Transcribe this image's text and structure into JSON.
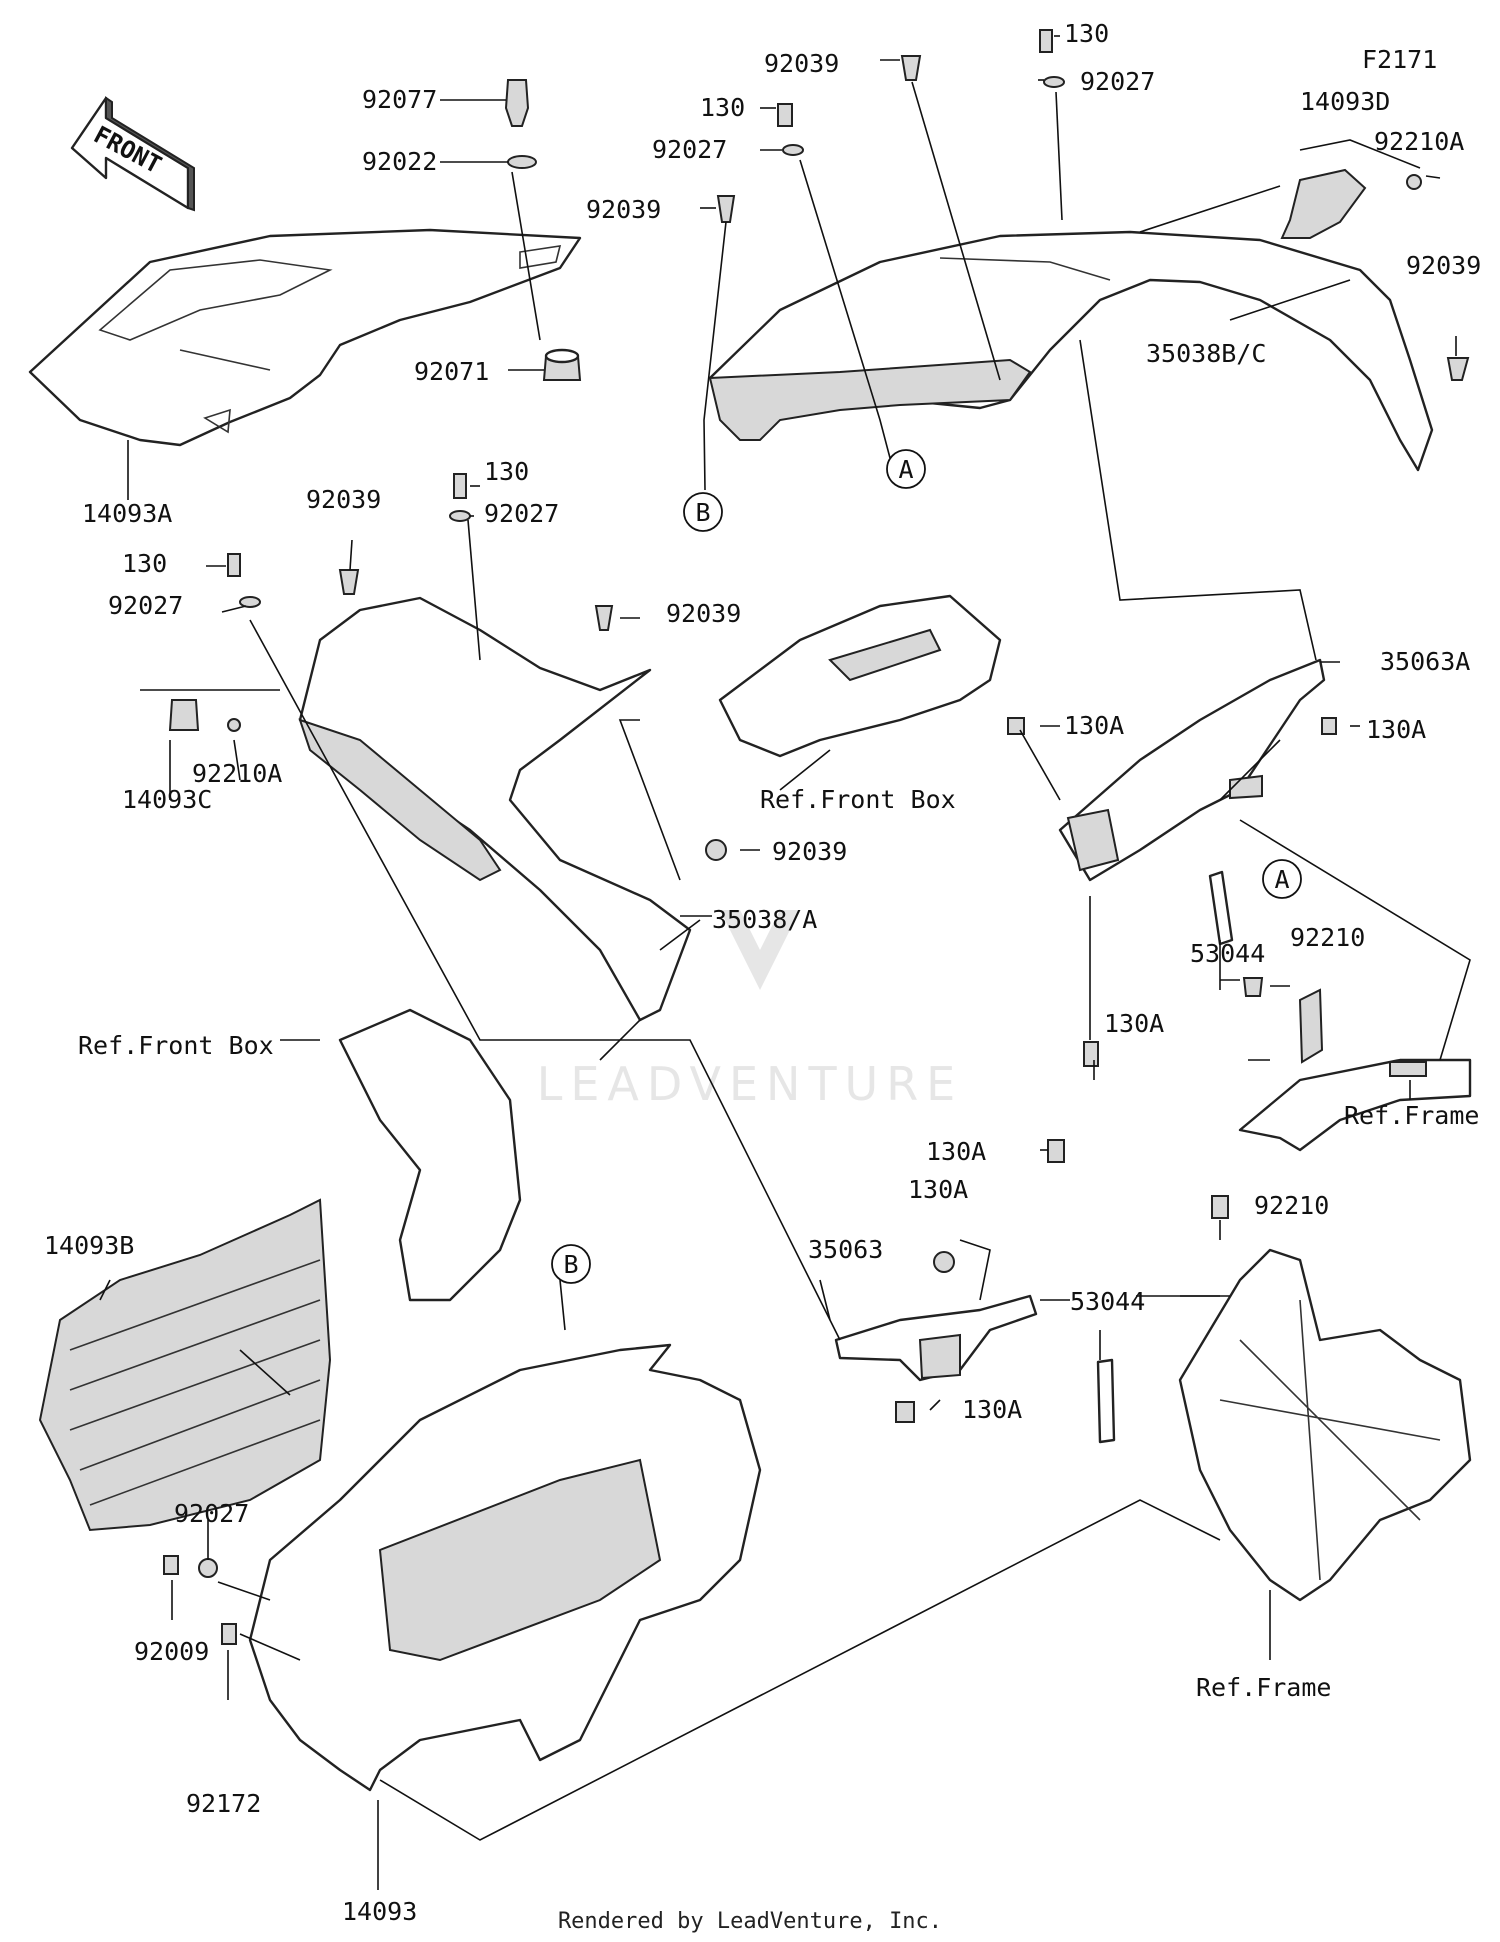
{
  "diagram_code": "F2171",
  "front_arrow": "FRONT",
  "watermark": "LEADVENTURE",
  "footer": "Rendered by LeadVenture, Inc.",
  "callouts": {
    "c_92077": "92077",
    "c_92022": "92022",
    "c_92071": "92071",
    "c_14093A": "14093A",
    "c_130_top": "130",
    "c_92039_top": "92039",
    "c_92027_top": "92027",
    "c_130_l2": "130",
    "c_92027_l2": "92027",
    "c_92039_l3": "92039",
    "c_14093D": "14093D",
    "c_92210A_r": "92210A",
    "c_92039_r": "92039",
    "c_35038BC": "35038B/C",
    "c_130_m": "130",
    "c_92027_m": "92027",
    "c_92039_ml": "92039",
    "c_130_ml": "130",
    "c_92027_ml": "92027",
    "c_92039_mm": "92039",
    "c_14093C": "14093C",
    "c_92210A_l": "92210A",
    "c_ref_front_box_1": "Ref.Front Box",
    "c_92039_low": "92039",
    "c_35038A": "35038/A",
    "c_35063A": "35063A",
    "c_130A_1": "130A",
    "c_130A_2": "130A",
    "c_53044_1": "53044",
    "c_130A_3": "130A",
    "c_92210_1": "92210",
    "c_ref_frame_1": "Ref.Frame",
    "c_ref_front_box_2": "Ref.Front Box",
    "c_14093B": "14093B",
    "c_130A_4": "130A",
    "c_130A_5": "130A",
    "c_35063": "35063",
    "c_53044_2": "53044",
    "c_130A_6": "130A",
    "c_92210_2": "92210",
    "c_92027_b": "92027",
    "c_92009": "92009",
    "c_92172": "92172",
    "c_14093": "14093",
    "c_ref_frame_2": "Ref.Frame"
  },
  "ref_markers": {
    "A1": "A",
    "B1": "B",
    "A2": "A",
    "B2": "B"
  }
}
